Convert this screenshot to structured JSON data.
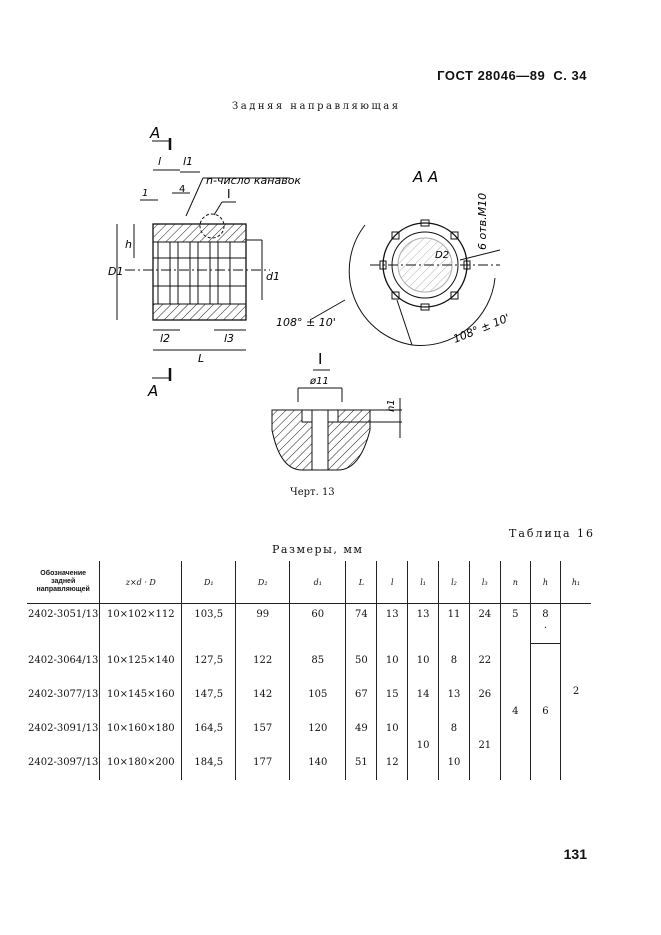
{
  "header": {
    "standard": "ГОСТ 28046—89",
    "page_ref": "С. 34"
  },
  "caption": "Задняя направляющая",
  "figure": {
    "section_mark": "А",
    "section_view": "А А",
    "detail_mark": "I",
    "grooves_note": "n-число канавок",
    "labels": {
      "l": "l",
      "l1": "l1",
      "l2": "l2",
      "l3": "l3",
      "L": "L",
      "D1": "D1",
      "d1": "d1",
      "D2": "D2",
      "h": "h",
      "h1": "h1",
      "four": "4",
      "one": "1",
      "angle_left": "108° ± 10'",
      "angle_right": "108° ± 10'",
      "holes": "6 отв.М10",
      "dia11": "ø11"
    }
  },
  "figure_caption": "Черт. 13",
  "table_label": "Таблица 16",
  "dims_label": "Размеры, мм",
  "table": {
    "headers": [
      "Обозначение задней направляющей",
      "z×d · D",
      "D₁",
      "D₂",
      "d₁",
      "L",
      "l",
      "l₁",
      "l₂",
      "l₃",
      "n",
      "h",
      "h₁"
    ],
    "rows": [
      [
        "2402-3051/13",
        "10×102×112",
        "103,5",
        "99",
        "60",
        "74",
        "13",
        "13",
        "11",
        "24",
        "5",
        "8",
        ""
      ],
      [
        "2402-3064/13",
        "10×125×140",
        "127,5",
        "122",
        "85",
        "50",
        "10",
        "10",
        "8",
        "22",
        "",
        "",
        ""
      ],
      [
        "2402-3077/13",
        "10×145×160",
        "147,5",
        "142",
        "105",
        "67",
        "15",
        "14",
        "13",
        "26",
        "",
        "",
        ""
      ],
      [
        "2402-3091/13",
        "10×160×180",
        "164,5",
        "157",
        "120",
        "49",
        "10",
        "",
        "8",
        "",
        "",
        "",
        ""
      ],
      [
        "2402-3097/13",
        "10×180×200",
        "184,5",
        "177",
        "140",
        "51",
        "12",
        "",
        "10",
        "",
        "",
        "",
        ""
      ]
    ],
    "merged": {
      "l1_rows45": "10",
      "l3_rows45": "21",
      "n_rows25": "4",
      "h_rows25": "6",
      "h1_all": "2"
    },
    "dot_mark": "."
  },
  "page_number": "131"
}
